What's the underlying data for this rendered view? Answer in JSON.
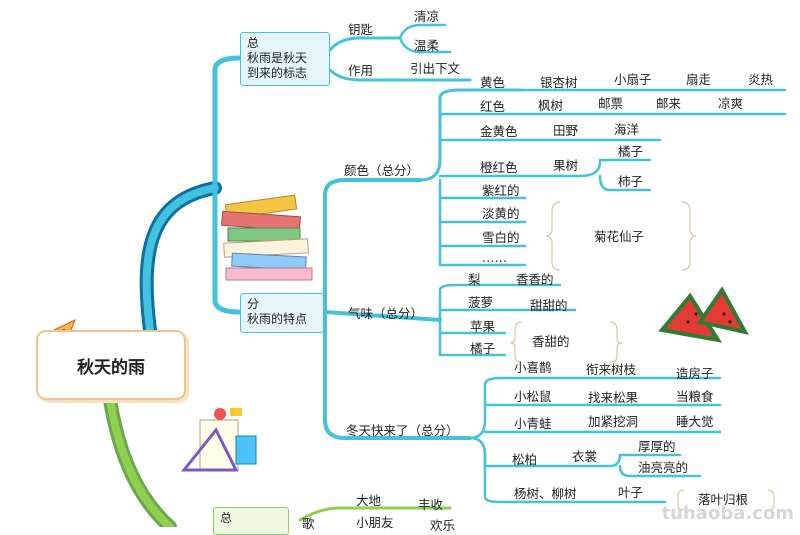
{
  "root": "秋天的雨",
  "section1": {
    "lines": [
      "总",
      "秋雨是秋天",
      "到来的标志"
    ],
    "key_label": "钥匙",
    "key_items": [
      "清凉",
      "温柔"
    ],
    "use_label": "作用",
    "use_item": "引出下文"
  },
  "section2": {
    "lines": [
      "分",
      "秋雨的特点"
    ],
    "color": {
      "label": "颜色（总分）",
      "rows": [
        [
          "黄色",
          "银杏树",
          "小扇子",
          "扇走",
          "炎热"
        ],
        [
          "红色",
          "枫树",
          "邮票",
          "邮来",
          "凉爽"
        ],
        [
          "金黄色",
          "田野",
          "海洋"
        ],
        [
          "橙红色",
          "果树",
          "橘子",
          "柿子"
        ],
        [
          "紫红的"
        ],
        [
          "淡黄的"
        ],
        [
          "雪白的"
        ],
        [
          "……"
        ]
      ],
      "flower_note": "菊花仙子"
    },
    "smell": {
      "label": "气味（总分）",
      "rows": [
        [
          "梨",
          "香香的"
        ],
        [
          "菠萝",
          "甜甜的"
        ],
        [
          "苹果"
        ],
        [
          "橘子"
        ]
      ],
      "shared_note": "香甜的"
    },
    "winter": {
      "label": "冬天快来了（总分）",
      "rows": [
        [
          "小喜鹊",
          "衔来树枝",
          "造房子"
        ],
        [
          "小松鼠",
          "找来松果",
          "当粮食"
        ],
        [
          "小青蛙",
          "加紧挖洞",
          "睡大觉"
        ],
        [
          "松柏",
          "衣裳",
          "厚厚的",
          "油亮亮的"
        ],
        [
          "杨树、柳树",
          "叶子",
          "落叶归根"
        ]
      ]
    }
  },
  "section3": {
    "label": "总",
    "partial": "歌",
    "items": [
      "大地",
      "丰收",
      "小朋友",
      "欢乐"
    ]
  },
  "watermark": "tuhaoba.com",
  "colors": {
    "branch": "#43c1dd",
    "root_branch": "#0d6fa8",
    "green_branch": "#8fd14f"
  }
}
